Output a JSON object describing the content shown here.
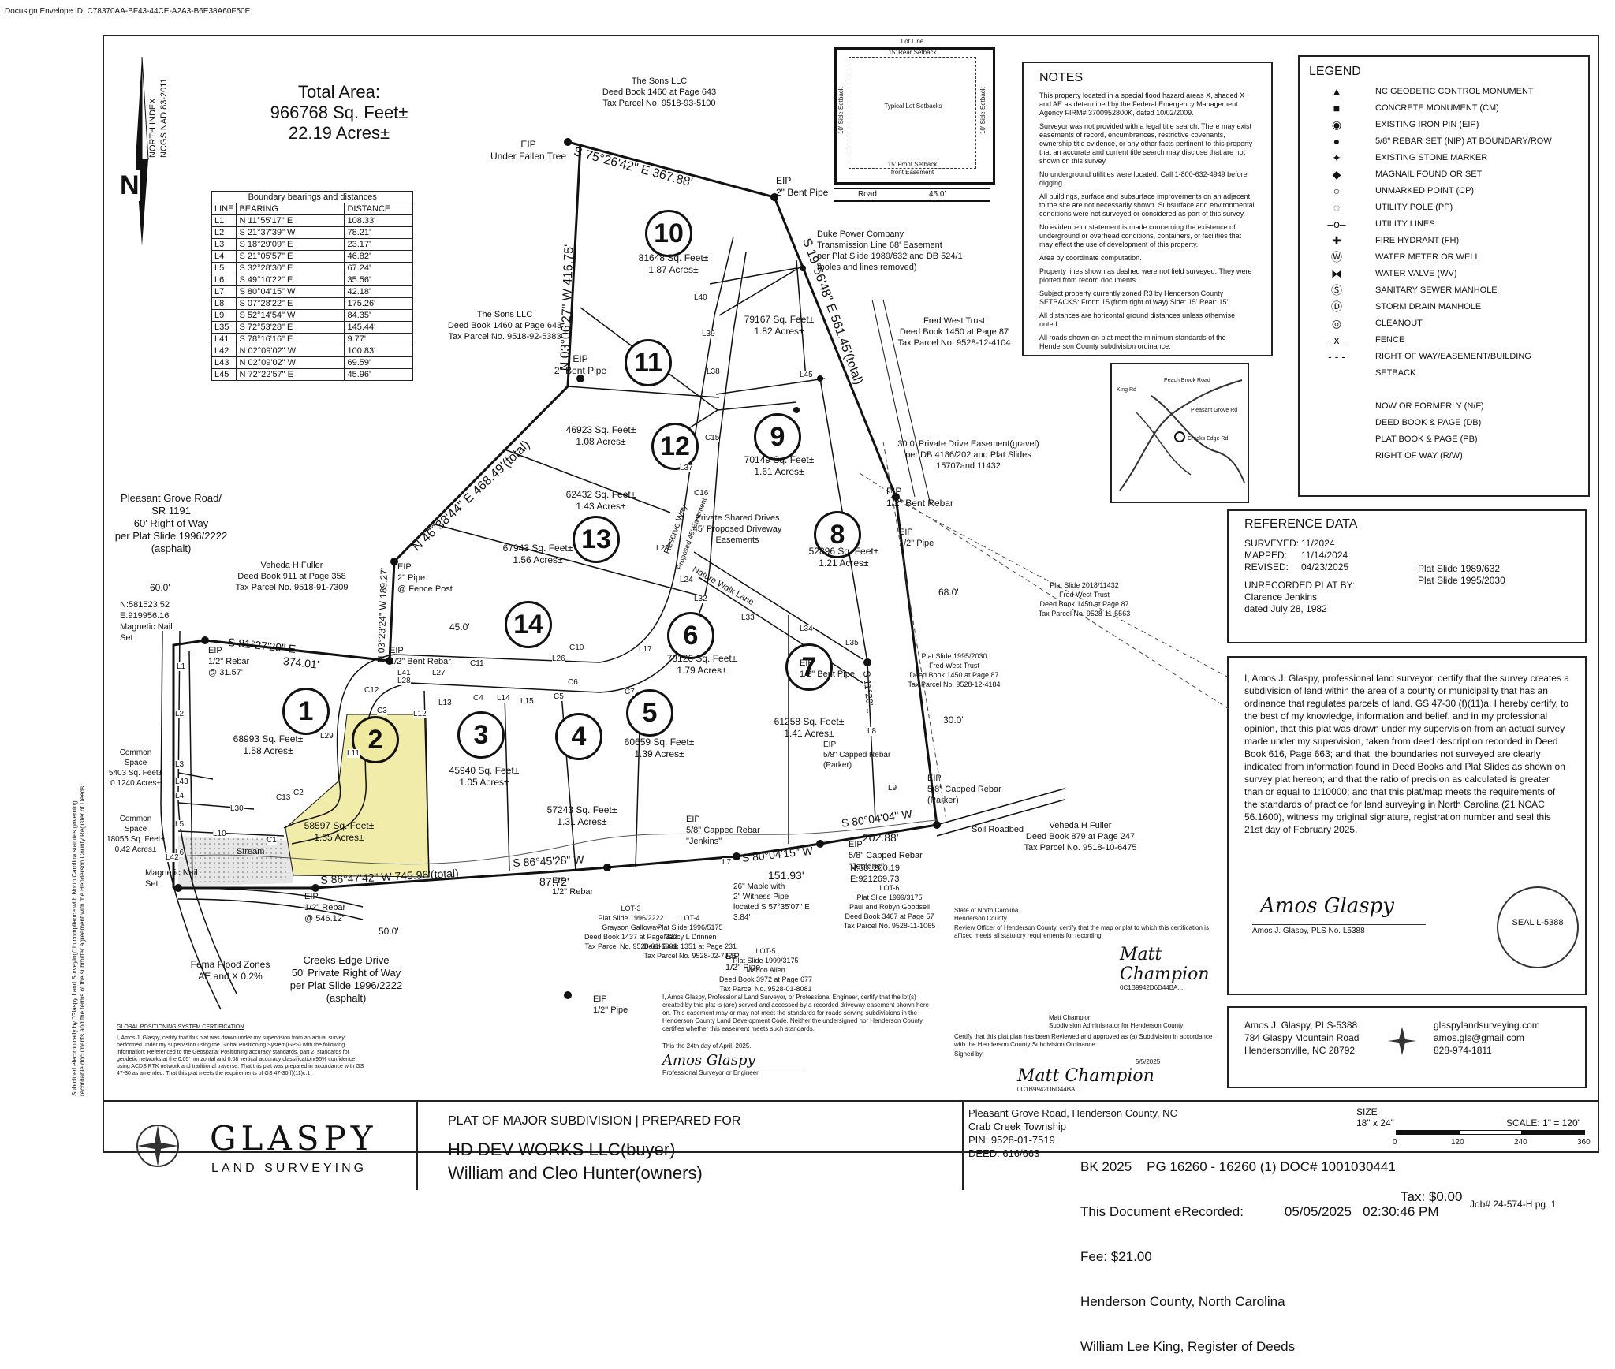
{
  "envelope_id": "Docusign Envelope ID: C78370AA-BF43-44CE-A2A3-B6E38A60F50E",
  "north": {
    "index_label": "NORTH INDEX",
    "datum": "NCGS NAD 83-2011",
    "letter": "N"
  },
  "total_area": {
    "title": "Total Area:",
    "sqft": "966768 Sq. Feet±",
    "acres": "22.19 Acres±"
  },
  "boundary_table": {
    "caption": "Boundary bearings and distances",
    "headers": [
      "LINE",
      "BEARING",
      "DISTANCE"
    ],
    "rows": [
      [
        "L1",
        "N 11°55'17\" E",
        "108.33'"
      ],
      [
        "L2",
        "S 21°37'39\" W",
        "78.21'"
      ],
      [
        "L3",
        "S 18°29'09\" E",
        "23.17'"
      ],
      [
        "L4",
        "S 21°05'57\" E",
        "46.82'"
      ],
      [
        "L5",
        "S 32°28'30\" E",
        "67.24'"
      ],
      [
        "L6",
        "S 49°10'22\" E",
        "35.56'"
      ],
      [
        "L7",
        "S 80°04'15\" W",
        "42.18'"
      ],
      [
        "L8",
        "S 07°28'22\" E",
        "175.26'"
      ],
      [
        "L9",
        "S 52°14'54\" W",
        "84.35'"
      ],
      [
        "L35",
        "S 72°53'28\" E",
        "145.44'"
      ],
      [
        "L41",
        "S 78°16'16\" E",
        "9.77'"
      ],
      [
        "L42",
        "N 02°09'02\" W",
        "100.83'"
      ],
      [
        "L43",
        "N 02°09'02\" W",
        "69.59'"
      ],
      [
        "L45",
        "N 72°22'57\" E",
        "45.96'"
      ]
    ]
  },
  "lot_detail": {
    "lot_line": "Lot Line",
    "rear": "15' Rear Setback",
    "side_l": "10' Side Setback",
    "side_r": "10' Side Setback",
    "typical": "Typical Lot Setbacks",
    "front": "15' Front Setback",
    "front_ease": "front Easement",
    "road": "Road",
    "road_w": "45.0'"
  },
  "notes": {
    "title": "NOTES",
    "items": [
      "This property located in a special flood hazard areas X, shaded X and AE as determined by the Federal Emergency Management Agency FIRM# 3700952800K, dated 10/02/2009.",
      "Surveyor was not provided with a legal title search. There may exist easements of record, encumbrances, restrictive covenants, ownership title evidence, or any other facts pertinent to this property that an accurate and current title search may disclose that are not shown on this survey.",
      "No underground utilities were located. Call 1-800-632-4949 before digging.",
      "All buildings, surface and subsurface improvements on an adjacent to the site are not necessarily shown. Subsurface and environmental conditions were not surveyed or considered as part of this survey.",
      "No evidence or statement is made concerning the existence of underground or overhead conditions, containers, or facilities that may effect the use of development of this property.",
      "Area by coordinate computation.",
      "Property lines shown as dashed were not field surveyed. They were plotted from record documents.",
      "Subject property currently zoned R3 by Henderson County SETBACKS: Front: 15'(from right of way)  Side: 15'  Rear: 15'",
      "All distances are horizontal ground distances unless otherwise noted.",
      "All roads shown on plat meet the minimum standards of the Henderson County subdivision ordinance."
    ]
  },
  "legend": {
    "title": "LEGEND",
    "items": [
      {
        "icon": "geodetic-monument",
        "glyph": "▲",
        "label": "NC GEODETIC CONTROL MONUMENT"
      },
      {
        "icon": "concrete-monument",
        "glyph": "■",
        "label": "CONCRETE MONUMENT (CM)"
      },
      {
        "icon": "iron-pin",
        "glyph": "◉",
        "label": "EXISTING IRON PIN (EIP)"
      },
      {
        "icon": "rebar-set",
        "glyph": "●",
        "label": "5/8\" REBAR SET (NIP) AT BOUNDARY/ROW"
      },
      {
        "icon": "stone-marker",
        "glyph": "✦",
        "label": "EXISTING STONE MARKER"
      },
      {
        "icon": "magnail",
        "glyph": "◆",
        "label": "MAGNAIL FOUND OR SET"
      },
      {
        "icon": "unmarked-point",
        "glyph": "○",
        "label": "UNMARKED POINT (CP)"
      },
      {
        "icon": "utility-pole",
        "glyph": "◌",
        "label": "UTILITY POLE (PP)"
      },
      {
        "icon": "utility-lines",
        "glyph": "–o–",
        "label": "UTILITY LINES"
      },
      {
        "icon": "fire-hydrant",
        "glyph": "✚",
        "label": "FIRE HYDRANT (FH)"
      },
      {
        "icon": "water-meter",
        "glyph": "Ⓦ",
        "label": "WATER METER OR WELL"
      },
      {
        "icon": "water-valve",
        "glyph": "⧓",
        "label": "WATER VALVE (WV)"
      },
      {
        "icon": "sewer-manhole",
        "glyph": "Ⓢ",
        "label": "SANITARY SEWER MANHOLE"
      },
      {
        "icon": "storm-manhole",
        "glyph": "Ⓓ",
        "label": "STORM DRAIN MANHOLE"
      },
      {
        "icon": "cleanout",
        "glyph": "◎",
        "label": "CLEANOUT"
      },
      {
        "icon": "fence",
        "glyph": "–x–",
        "label": "FENCE"
      },
      {
        "icon": "row-line",
        "glyph": "- - -",
        "label": "RIGHT OF WAY/EASEMENT/BUILDING"
      },
      {
        "icon": "",
        "glyph": "",
        "label": "SETBACK"
      },
      {
        "icon": "",
        "glyph": "",
        "label": ""
      },
      {
        "icon": "",
        "glyph": "",
        "label": "NOW OR FORMERLY (N/F)"
      },
      {
        "icon": "",
        "glyph": "",
        "label": "DEED BOOK & PAGE (DB)"
      },
      {
        "icon": "",
        "glyph": "",
        "label": "PLAT BOOK & PAGE (PB)"
      },
      {
        "icon": "",
        "glyph": "",
        "label": "RIGHT OF WAY (R/W)"
      }
    ]
  },
  "vicinity": {
    "roads": [
      "King Rd",
      "Peach Brook Road",
      "Pleasant Grove Rd",
      "Creeks Edge Rd"
    ]
  },
  "reference": {
    "title": "REFERENCE DATA",
    "surveyed_label": "SURVEYED:",
    "surveyed": "11/2024",
    "mapped_label": "MAPPED:",
    "mapped": "11/14/2024",
    "revised_label": "REVISED:",
    "revised": "04/23/2025",
    "ps1": "Plat Slide 1989/632",
    "ps2": "Plat Slide 1995/2030",
    "unrec1": "UNRECORDED PLAT BY:",
    "unrec2": "Clarence Jenkins",
    "unrec3": "dated July 28, 1982"
  },
  "certification": {
    "text": "I, Amos J. Glaspy, professional land surveyor, certify that the survey creates a subdivision of land within the area of a county or municipality that has an ordinance that regulates parcels of land. GS 47-30 (f)(11)a. I hereby certify, to the best of my knowledge, information and belief, and in my professional opinion, that this plat was drawn under my supervision from an actual survey made under my supervision, taken from deed description recorded in Deed Book 616, Page 663; and that, the boundaries not surveyed are clearly indicated from information found in Deed Books and Plat Slides as shown on survey plat hereon; and that the ratio of precision as calculated is greater than or equal to 1:10000; and that this plat/map meets the requirements of the standards of practice for land surveying in North Carolina (21 NCAC 56.1600), witness my original signature, registration number and seal this 21st day of February 2025.",
    "signature": "Amos Glaspy",
    "signer": "Amos J. Glaspy, PLS No. L5388",
    "seal": "SEAL L-5388"
  },
  "company_box": {
    "name": "Amos J. Glaspy, PLS-5388",
    "addr1": "784 Glaspy Mountain Road",
    "addr2": "Hendersonville, NC 28792",
    "web": "glaspylandsurveying.com",
    "email": "amos.gls@gmail.com",
    "phone": "828-974-1811"
  },
  "review": {
    "state": "State of North Carolina",
    "county": "Henderson County",
    "officer_line": "Review Officer of Henderson County, certify that the map or plat to which this certification is affixed meets all statutory requirements for recording.",
    "signature": "Matt Champion",
    "envelope": "0C1B9942D6D44BA..."
  },
  "subdivision_admin": {
    "name": "Matt Champion",
    "title": "Subdivision Administrator for Henderson County",
    "text": "Certify that this plat plan has been Reviewed and approved as (a) Subdivision in accordance with the Henderson County Subdivision Ordinance.",
    "signed_by": "Signed by:",
    "date": "5/5/2025",
    "signature": "Matt Champion",
    "envelope": "0C1B9942D6D44BA..."
  },
  "engineer_cert": {
    "text": "I, Amos Glaspy, Professional Land Surveyor, or Professional Engineer, certify that the lot(s) created by this plat is (are) served and accessed by a recorded driveway easement shown here on. This easement may or may not meet the standards for roads serving subdivisions in the Henderson County Land Development Code. Neither the undersigned nor Henderson County certifies whether this easement meets such standards.",
    "date": "This the 24th day of April, 2025.",
    "signature": "Amos Glaspy",
    "sig_label": "Professional Surveyor or Engineer"
  },
  "gps_cert": {
    "title": "GLOBAL POSITIONING SYSTEM CERTIFICATION",
    "text": "I, Amos J. Glaspy, certify that this plat was drawn under my supervision from an actual survey performed under my supervision using the Global Positioning System(GPS) with the following information: Referenced to the Geospatial Positioning accuracy standards, part 2: standards for geodetic networks at the 0.05' horizontal and 0.08 vertical accuracy classification(95% confidence using ACDS RTK network and traditional traverse. That this plat was prepared in accordance with GS 47-30 as amended. That this plat meets the requirements of GS 47-30(f)(11)c.1."
  },
  "side_note": "Submitted electronically by \"Glaspy Land Surveying\" in compliance with North Carolina statutes governing recordable documents and the terms of the submitter agreement with the Henderson County Register of Deeds.",
  "title_block": {
    "brand": "GLASPY",
    "brand_sub": "LAND SURVEYING",
    "plat": "PLAT OF MAJOR SUBDIVISION  |  PREPARED FOR",
    "client1": "HD DEV WORKS LLC(buyer)",
    "client2": "William and Cleo Hunter(owners)",
    "loc": "Pleasant Grove Road, Henderson County, NC",
    "twp": "Crab Creek Township",
    "pin": "PIN: 9528-01-7519",
    "deed": "DEED: 616/663",
    "size_label": "SIZE",
    "size": "18\" x 24\"",
    "scale": "SCALE: 1\" = 120'",
    "scale_ticks": [
      "0",
      "120",
      "240",
      "360"
    ],
    "recording1": "BK 2025    PG 16260 - 16260 (1) DOC# 1001030441",
    "recording2": "This Document eRecorded:           05/05/2025   02:30:46 PM",
    "recording3": "Fee: $21.00",
    "recording4": "Henderson County, North Carolina",
    "recording5": "William Lee King, Register of Deeds",
    "tax": "Tax: $0.00",
    "job": "Job# 24-574-H pg. 1"
  },
  "map": {
    "lots": [
      {
        "n": "1",
        "sq": "68993 Sq. Feet±",
        "ac": "1.58 Acres±"
      },
      {
        "n": "2",
        "sq": "58597 Sq. Feet±",
        "ac": "1.35 Acres±"
      },
      {
        "n": "3",
        "sq": "45940 Sq. Feet±",
        "ac": "1.05 Acres±"
      },
      {
        "n": "4",
        "sq": "57243 Sq. Feet±",
        "ac": "1.31 Acres±"
      },
      {
        "n": "5",
        "sq": "60659 Sq. Feet±",
        "ac": "1.39 Acres±"
      },
      {
        "n": "6",
        "sq": "78126 Sq. Feet±",
        "ac": "1.79 Acres±"
      },
      {
        "n": "7",
        "sq": "61258 Sq. Feet±",
        "ac": "1.41 Acres±"
      },
      {
        "n": "8",
        "sq": "52896 Sq. Feet±",
        "ac": "1.21 Acres±"
      },
      {
        "n": "9",
        "sq": "70149 Sq. Feet±",
        "ac": "1.61 Acres±"
      },
      {
        "n": "10",
        "sq": "81648 Sq. Feet±",
        "ac": "1.87 Acres±"
      },
      {
        "n": "11",
        "sq": "79167 Sq. Feet±",
        "ac": "1.82 Acres±"
      },
      {
        "n": "12",
        "sq": "46923 Sq. Feet±",
        "ac": "1.08 Acres±"
      },
      {
        "n": "13",
        "sq": "62432 Sq. Feet±",
        "ac": "1.43 Acres±"
      },
      {
        "n": "14",
        "sq": "67943 Sq. Feet±",
        "ac": "1.56 Acres±"
      }
    ],
    "labels": {
      "sons_top": [
        "The Sons LLC",
        "Deed Book 1460 at Page 643",
        "Tax Parcel No. 9518-93-5100"
      ],
      "sons_mid": [
        "The Sons LLC",
        "Deed Book 1460 at Page 643",
        "Tax Parcel No. 9518-92-5383"
      ],
      "fred_west": [
        "Fred West Trust",
        "Deed Book 1450 at Page 87",
        "Tax Parcel No. 9528-12-4104"
      ],
      "duke": [
        "Duke Power Company",
        "Transmission Line 68' Easement",
        "per Plat Slide 1989/632 and DB 524/1",
        "(poles and lines removed)"
      ],
      "private_drive": [
        "30.0' Private Drive Easement(gravel)",
        "per DB 4186/202 and Plat Slides",
        "15707and 11432"
      ],
      "fuller_top": [
        "Veheda H Fuller",
        "Deed Book 911 at Page 358",
        "Tax Parcel No. 9518-91-7309"
      ],
      "fuller_bot": [
        "Veheda H Fuller",
        "Deed Book 879 at Page 247",
        "Tax Parcel No. 9518-10-6475"
      ],
      "pleasant": [
        "Pleasant Grove Road/",
        "SR 1191",
        "60' Right of Way",
        "per Plat Slide 1996/2222",
        "(asphalt)"
      ],
      "creeks": [
        "Creeks Edge Drive",
        "50' Private Right of Way",
        "per Plat Slide 1996/2222",
        "(asphalt)"
      ],
      "fema": [
        "Fema Flood Zones",
        "AE and X 0.2%"
      ],
      "shared": [
        "Private Shared Drives",
        "45' Proposed Driveway",
        "Easements"
      ],
      "common1": [
        "Common",
        "Space",
        "5403 Sq. Feet±",
        "0.1240 Acres±"
      ],
      "common2": [
        "Common",
        "Space",
        "18055 Sq. Feet±",
        "0.42 Acres±"
      ],
      "lot3": [
        "LOT-3",
        "Plat Slide 1996/2222",
        "Grayson Galloway",
        "Deed Book 1437 at Page 322",
        "Tax Parcel No. 9528-01-6001"
      ],
      "lot4": [
        "LOT-4",
        "Plat Slide 1996/5175",
        "Nancy L Drinnen",
        "Deed Book 1351 at Page 231",
        "Tax Parcel No. 9528-02-7926"
      ],
      "lot5": [
        "LOT-5",
        "Plat Slide 1999/3175",
        "Marion Allen",
        "Deed Book 3972 at Page 677",
        "Tax Parcel No. 9528-01-8081"
      ],
      "lot6": [
        "LOT-6",
        "Plat Slide 1999/3175",
        "Paul and Robyn Goodsell",
        "Deed Book 3467 at Page 57",
        "Tax Parcel No. 9528-11-1065"
      ],
      "fred2": [
        "Plat Slide 2018/11432",
        "Fred West Trust",
        "Deed Book 1450 at Page 87",
        "Tax Parcel No. 9528-11-5563"
      ],
      "fred3": [
        "Plat Slide 1995/2030",
        "Fred West Trust",
        "Deed Book 1450 at Page 87",
        "Tax Parcel No. 9528-12-4184"
      ],
      "maple": [
        "26\" Maple with",
        "2\" Witness Pipe",
        "located S 57°35'07\" E",
        "3.84'"
      ],
      "coords1": [
        "N:581523.52",
        "E:919956.16",
        "Magnetic Nail",
        "Set"
      ],
      "coords2": [
        "N:581200.19",
        "E:921269.73"
      ],
      "eip_fallen": [
        "EIP",
        "Under Fallen Tree"
      ],
      "eip_bent1": [
        "EIP",
        "2\" Bent Pipe"
      ],
      "eip_bent2": [
        "EIP",
        "2\" Bent Pipe"
      ],
      "eip_bentrebar": [
        "EIP",
        "1/2\" Bent Rebar"
      ],
      "eip_rebar": [
        "EIP",
        "1/2\" Rebar",
        "@ 31.57'"
      ],
      "eip_fence": [
        "EIP",
        "2\" Pipe",
        "@ Fence Post"
      ],
      "eip_bentrebar2": [
        "EIP",
        "1/2\" Bent Rebar"
      ],
      "eip_pipe": [
        "EIP",
        "1/2\" Pipe"
      ],
      "eip_bentpipe7": [
        "EIP",
        "1/2\" Bent Pipe"
      ],
      "eip_capped": [
        "EIP",
        "5/8\" Capped Rebar",
        "(Parker)"
      ],
      "eip_capped2": [
        "EIP",
        "5/8\" Capped Rebar",
        "(Parker)"
      ],
      "eip_jenkins": [
        "EIP",
        "5/8\" Capped Rebar",
        "\"Jenkins\""
      ],
      "eip_jenkins2": [
        "EIP",
        "5/8\" Capped Rebar",
        "\"Jenkins\""
      ],
      "eip_rebar_bot": [
        "EIP",
        "1/2\" Rebar"
      ],
      "eip_rebar546": [
        "EIP",
        "1/2\" Rebar",
        "@ 546.12'"
      ],
      "eip_pipe_bot": [
        "EIP",
        "1/2\" Pipe"
      ],
      "eip_pipe_bot2": [
        "EIP",
        "1/2\" Pipe"
      ],
      "magnail": [
        "Magnetic Nail",
        "Set"
      ],
      "soil": "Soil Roadbed",
      "stream": "Stream",
      "nature": "Nature Walk Lane",
      "reserve": "Reserve Way",
      "prop_ease": "Proposed 45' Easement",
      "w45": "45.0'",
      "w60": "60.0'",
      "w50": "50.0'",
      "w68": "68.0'",
      "w30": "30.0'",
      "b_top": "S 75°26'42\" E  367.88'",
      "b_left": "N 03°06'27\" W  416.75'",
      "b_diag": "N 46°38'44\" E  468.49'(total)",
      "b_east": "S 19°56'48\" E  561.45'(total)",
      "b_south1": "S 81°27'29\" E",
      "b_south1d": "374.01'",
      "b_south2": "S 86°47'42\" W  745.96'(total)",
      "b_south3": "S 86°45'28\" W",
      "b_south3d": "87.72'",
      "b_south4": "S 80°04'15\" W",
      "b_south4d": "151.93'",
      "b_south5": "S 80°04'04\" W",
      "b_south5d": "202.88'",
      "b_lot14": "N 03°23'24\" W  189.27'",
      "b_lot8": "S 11°20'...",
      "segment_labels": [
        "L1",
        "L2",
        "L3",
        "L4",
        "L5",
        "L6",
        "L7",
        "L8",
        "L9",
        "L10",
        "L11",
        "L12",
        "L13",
        "L14",
        "L15",
        "L17",
        "L24",
        "L25",
        "L26",
        "L27",
        "L28",
        "L29",
        "L30",
        "L32",
        "L33",
        "L34",
        "L35",
        "L37",
        "L38",
        "L39",
        "L40",
        "L41",
        "L42",
        "L43",
        "L45",
        "C1",
        "C2",
        "C3",
        "C4",
        "C5",
        "C6",
        "C7",
        "C10",
        "C11",
        "C12",
        "C13",
        "C15",
        "C16"
      ]
    }
  }
}
